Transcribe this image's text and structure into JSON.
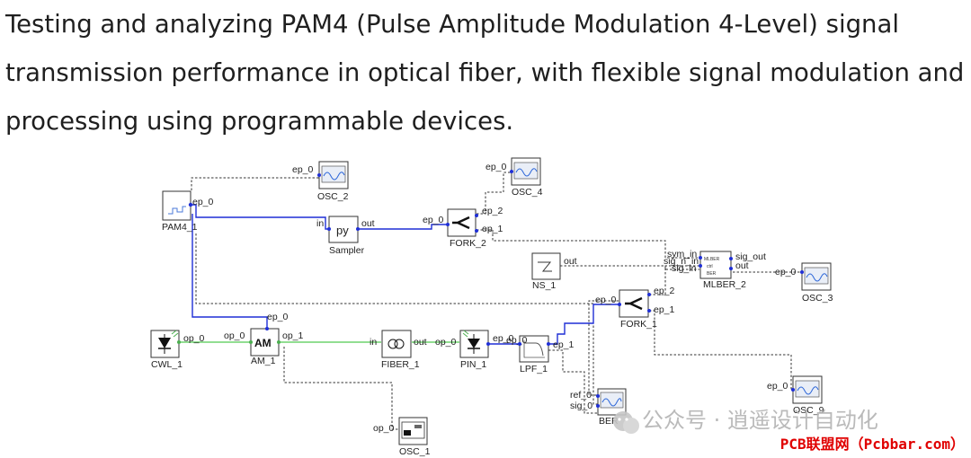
{
  "intro_text": "Testing and analyzing PAM4 (Pulse Amplitude Modulation 4-Level) signal transmission performance in optical fiber, with flexible signal modulation and processing using programmable devices.",
  "blocks": {
    "pam4": "PAM4_1",
    "sampler": "Sampler",
    "sampler_glyph": "py",
    "fork2": "FORK_2",
    "fork1": "FORK_1",
    "osc2": "OSC_2",
    "osc4": "OSC_4",
    "osc3": "OSC_3",
    "osc1": "OSC_1",
    "osc_lower": "OSC_9",
    "ns1": "NS_1",
    "mlber2": "MLBER_2",
    "cwl1": "CWL_1",
    "am1": "AM_1",
    "am_glyph": "AM",
    "fiber1": "FIBER_1",
    "pin1": "PIN_1",
    "lpf1": "LPF_1",
    "ber": "BER"
  },
  "ports": {
    "ep_0": "ep_0",
    "ep_1": "ep_1",
    "ep_2": "ep_2",
    "in": "in",
    "out": "out",
    "op_0": "op_0",
    "op_1": "op_1",
    "sym_in": "sym_in",
    "sig_n_in": "sig_n_in",
    "sig_in": "sig_in",
    "sig_out": "sig_out",
    "ref_0": "ref_0",
    "sig_0": "sig_0"
  },
  "watermark": {
    "channel": "公众号 · 逍遥设计自动化",
    "site": "PCB联盟网（Pcbbar.com）"
  },
  "colors": {
    "electrical_wire": "#1f2fd6",
    "optical_wire": "#6fd36f",
    "site_badge": "#e00000"
  }
}
